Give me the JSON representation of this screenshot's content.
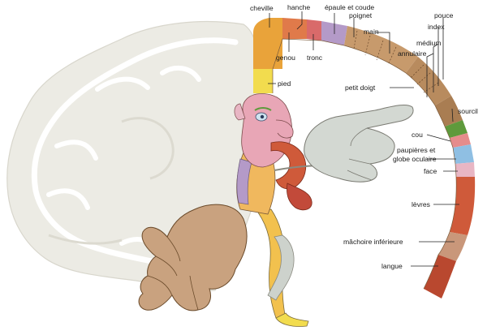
{
  "labels": {
    "cheville": "cheville",
    "hanche": "hanche",
    "epaule_coude": "épaule et coude",
    "poignet": "poignet",
    "main": "main",
    "pouce": "pouce",
    "index": "index",
    "medium": "médium",
    "annulaire": "annulaire",
    "genou": "genou",
    "tronc": "tronc",
    "pied": "pied",
    "petit_doigt": "petit doigt",
    "sourcil": "sourcil",
    "cou": "cou",
    "paupieres_line1": "paupières et",
    "paupieres_line2": "globe oculaire",
    "face": "face",
    "levres": "lèvres",
    "machoire": "mâchoire inférieure",
    "langue": "langue"
  },
  "colors": {
    "foot": "#f2dc4e",
    "ankle": "#e9a33a",
    "knee_hip": "#e07a4a",
    "trunk": "#d96a6a",
    "shoulder": "#b49ac8",
    "hand_band": "#c79a6c",
    "fingers": "#b88b5e",
    "eyebrow": "#5e9a3c",
    "neck": "#e58c8c",
    "eyes": "#8fbfe3",
    "face": "#e8b6c4",
    "lips": "#cf5a3a",
    "jaw": "#c9977a",
    "tongue": "#b9482f",
    "brain": "#ecebe4",
    "big_hand": "#c9a27f",
    "small_hand": "#d3d8d2"
  }
}
